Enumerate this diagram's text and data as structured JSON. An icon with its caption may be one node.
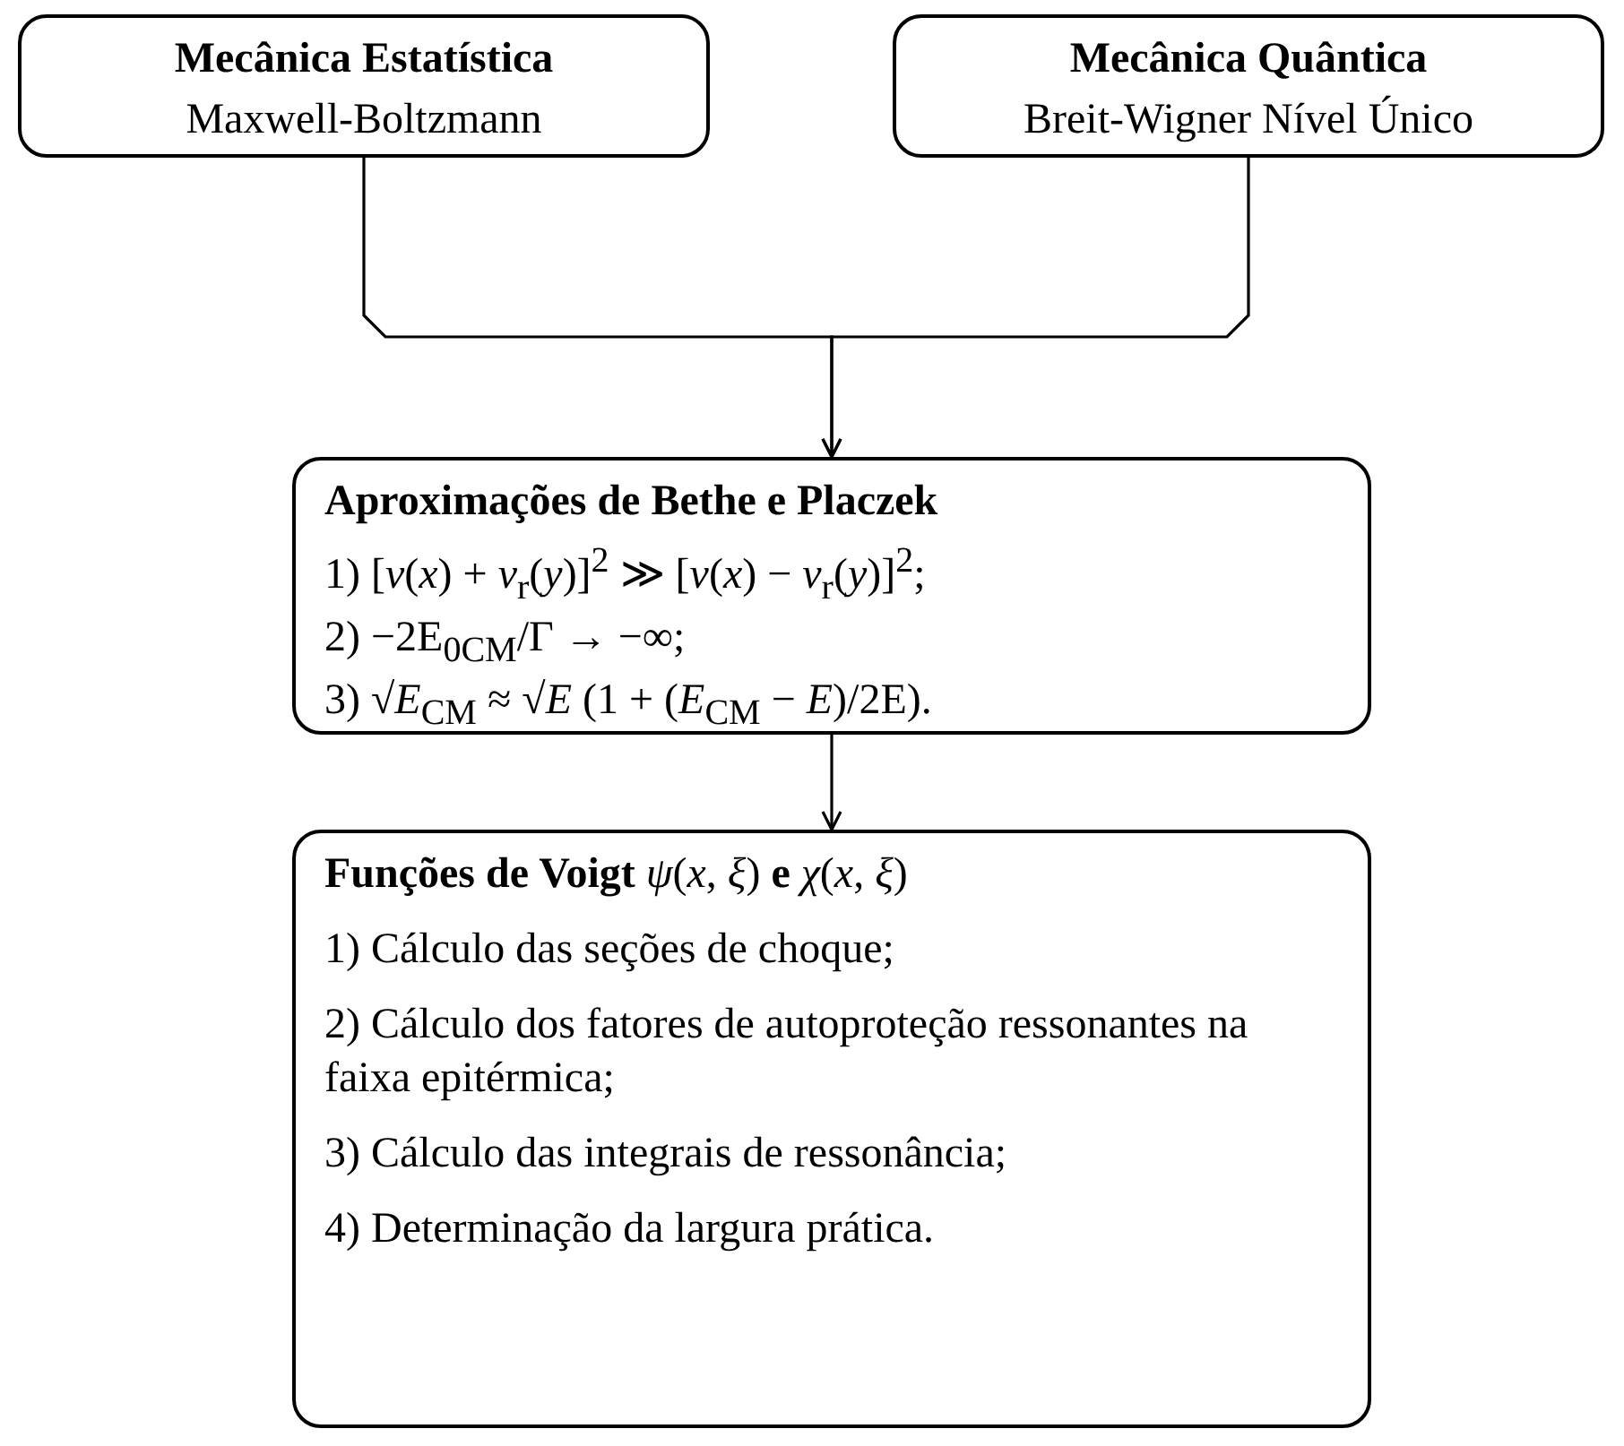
{
  "diagram": {
    "nodes": [
      {
        "text": [
          "Mecânica Estatística",
          "Maxwell-Boltzmann"
        ]
      },
      {
        "text": [
          "Mecânica Quântica",
          "Breit-Wigner Nível Único"
        ]
      },
      {
        "text": [
          "Aproximações de Bethe e Placzek",
          "1) [*v*(*x*) + *v*$_{r}$(*y*)]$^{2}$ ≫ [*v*(*x*) − *v*$_{r}$(*y*)]$^{2}$;",
          "2) −2E$_{0CM}$/Γ → −∞;",
          "3) √*E*$_{CM}$ ≈ √*E* (1 + (*E*$_{CM}$ − *E*)/2E)."
        ]
      },
      {
        "text": [
          "**Funções de Voigt** *ψ*(*x*, *ξ*) **e** *χ*(*x*, *ξ*)",
          "1) Cálculo das seções de choque;",
          "2) Cálculo dos fatores de autoproteção ressonantes na faixa epitérmica;",
          "3) Cálculo das integrais de ressonância;",
          "4) Determinação da largura prática."
        ]
      }
    ],
    "edges": [
      {
        "from": 0,
        "to": 2,
        "arrow": "to"
      },
      {
        "from": 1,
        "to": 2,
        "arrow": "to"
      },
      {
        "from": 2,
        "to": 3,
        "arrow": "to"
      }
    ]
  }
}
